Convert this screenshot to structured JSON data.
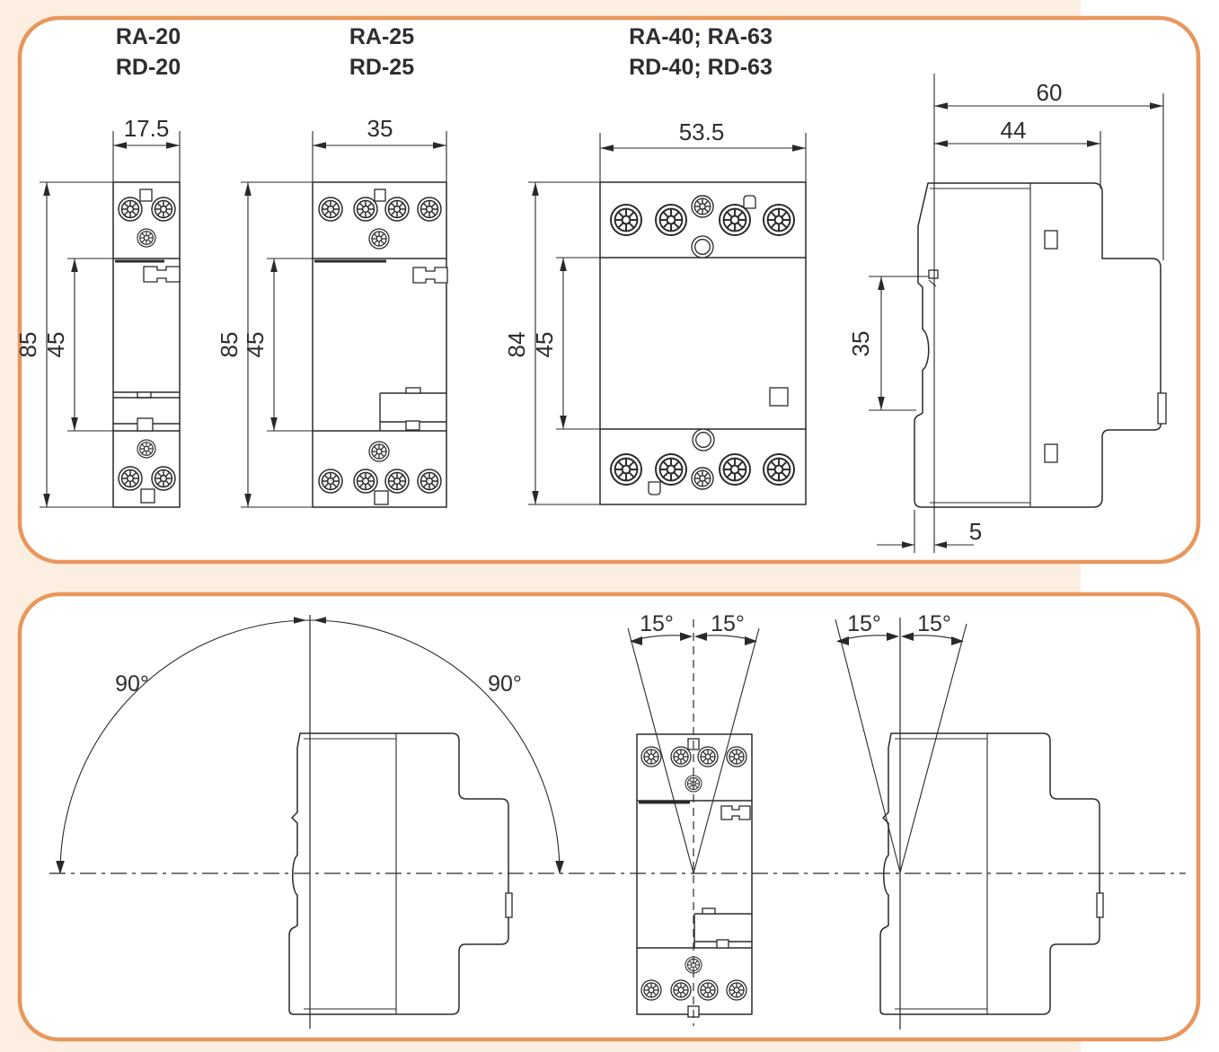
{
  "products": [
    {
      "top": "RA-20",
      "bottom": "RD-20"
    },
    {
      "top": "RA-25",
      "bottom": "RD-25"
    },
    {
      "top": "RA-40; RA-63",
      "bottom": "RD-40; RD-63"
    }
  ],
  "dimensions": {
    "unit1": {
      "width": "17.5",
      "height": "85",
      "inner": "45"
    },
    "unit2": {
      "width": "35",
      "height": "85",
      "inner": "45"
    },
    "unit3": {
      "width": "53.5",
      "height": "84",
      "inner": "45"
    },
    "side": {
      "total_depth": "60",
      "body_depth": "44",
      "rail_span": "35",
      "rail_offset": "5"
    }
  },
  "mounting": {
    "rotation_left": "90°",
    "rotation_right": "90°",
    "tilt_front_left": "15°",
    "tilt_front_right": "15°",
    "tilt_side_left": "15°",
    "tilt_side_right": "15°"
  },
  "colors": {
    "panel_border": "#e8975c",
    "page_tint": "#fcefe2",
    "ink": "#2b282b"
  }
}
